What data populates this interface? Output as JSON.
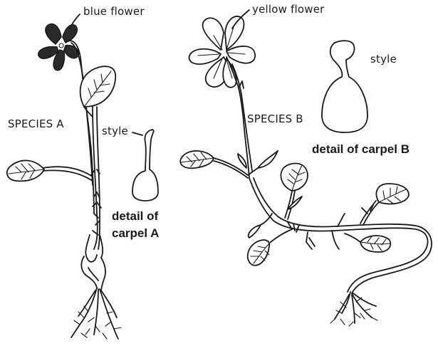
{
  "labels": {
    "blue_flower": "blue flower",
    "yellow_flower": "yellow flower",
    "species_a": "SPECIES A",
    "species_b": "SPECIES B",
    "style_a": "style",
    "style_b": "style",
    "detail_a_line1": "detail of",
    "detail_a_line2": "carpel A",
    "detail_b": "detail of carpel B"
  },
  "colors": {
    "ink": "#1a1a1a",
    "background": "#ffffff"
  }
}
